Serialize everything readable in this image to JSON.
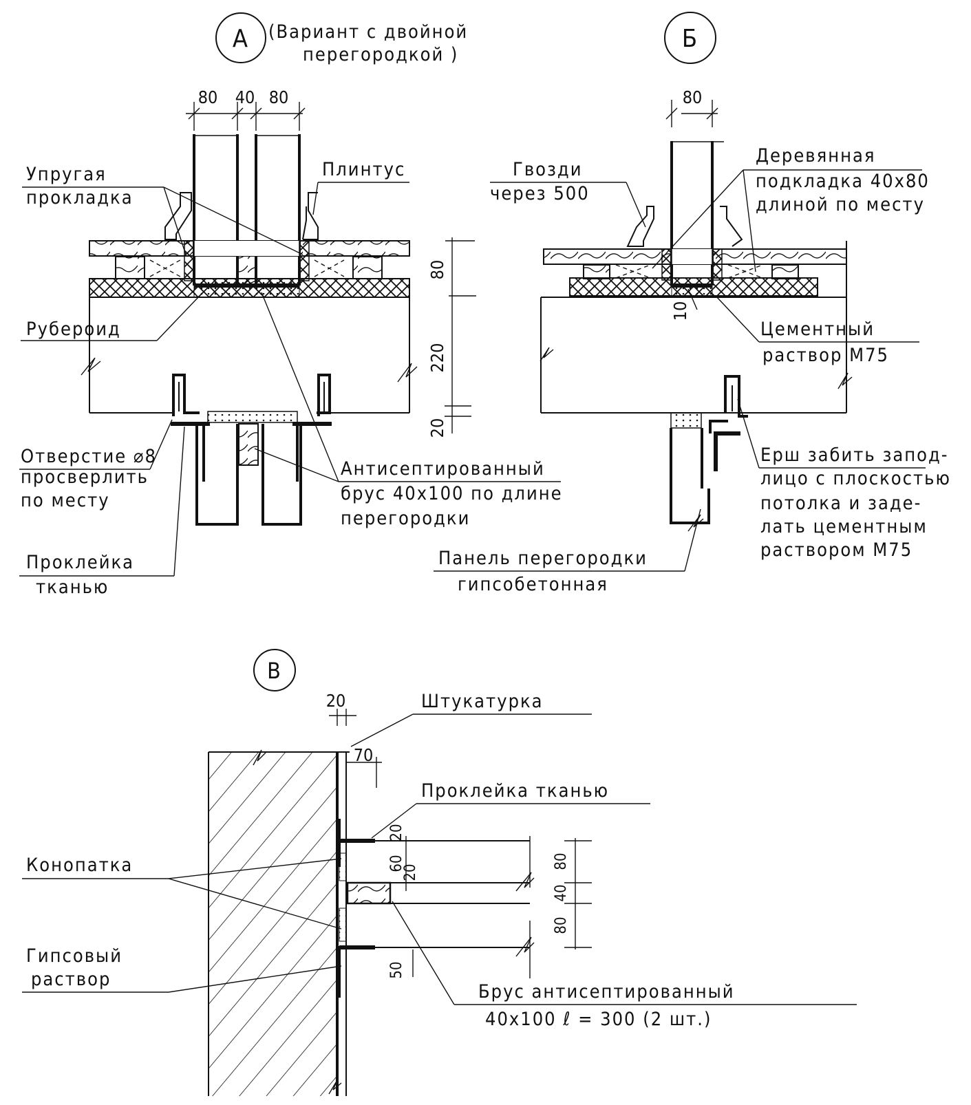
{
  "detailA": {
    "marker": "А",
    "title_line1": "(Вариант с двойной",
    "title_line2": "перегородкой )",
    "dims_top": [
      "80",
      "40",
      "80"
    ],
    "dims_side": [
      "80",
      "220",
      "20"
    ],
    "labels": {
      "elastic_gasket_1": "Упругая",
      "elastic_gasket_2": "прокладка",
      "baseboard": "Плинтус",
      "roofing_felt": "Рубероид",
      "hole_1": "Отверстие ⌀8",
      "hole_2": "просверлить",
      "hole_3": "по месту",
      "fabric_1": "Проклейка",
      "fabric_2": "тканью",
      "beam_1": "Антисептированный",
      "beam_2": "брус 40x100 по длине",
      "beam_3": "перегородки"
    }
  },
  "detailB": {
    "marker": "Б",
    "dims_top": [
      "80"
    ],
    "dims_side": [
      "10"
    ],
    "labels": {
      "nails_1": "Гвозди",
      "nails_2": "через 500",
      "wood_pad_1": "Деревянная",
      "wood_pad_2": "подкладка 40x80",
      "wood_pad_3": "длиной по месту",
      "cement_1": "Цементный",
      "cement_2": "раствор М75",
      "ruff_1": "Ерш забить запод-",
      "ruff_2": "лицо с плоскостью",
      "ruff_3": "потолка и заде-",
      "ruff_4": "лать цементным",
      "ruff_5": "раствором М75",
      "panel_1": "Панель перегородки",
      "panel_2": "гипсобетонная"
    }
  },
  "detailC": {
    "marker": "В",
    "dims": [
      "20",
      "70",
      "20",
      "60",
      "20",
      "40",
      "80",
      "80",
      "50"
    ],
    "labels": {
      "plaster": "Штукатурка",
      "fabric": "Проклейка тканью",
      "caulk": "Конопатка",
      "gypsum_1": "Гипсовый",
      "gypsum_2": "раствор",
      "beam_1": "Брус антисептированный",
      "beam_2": "40x100  ℓ = 300   (2 шт.)"
    }
  }
}
